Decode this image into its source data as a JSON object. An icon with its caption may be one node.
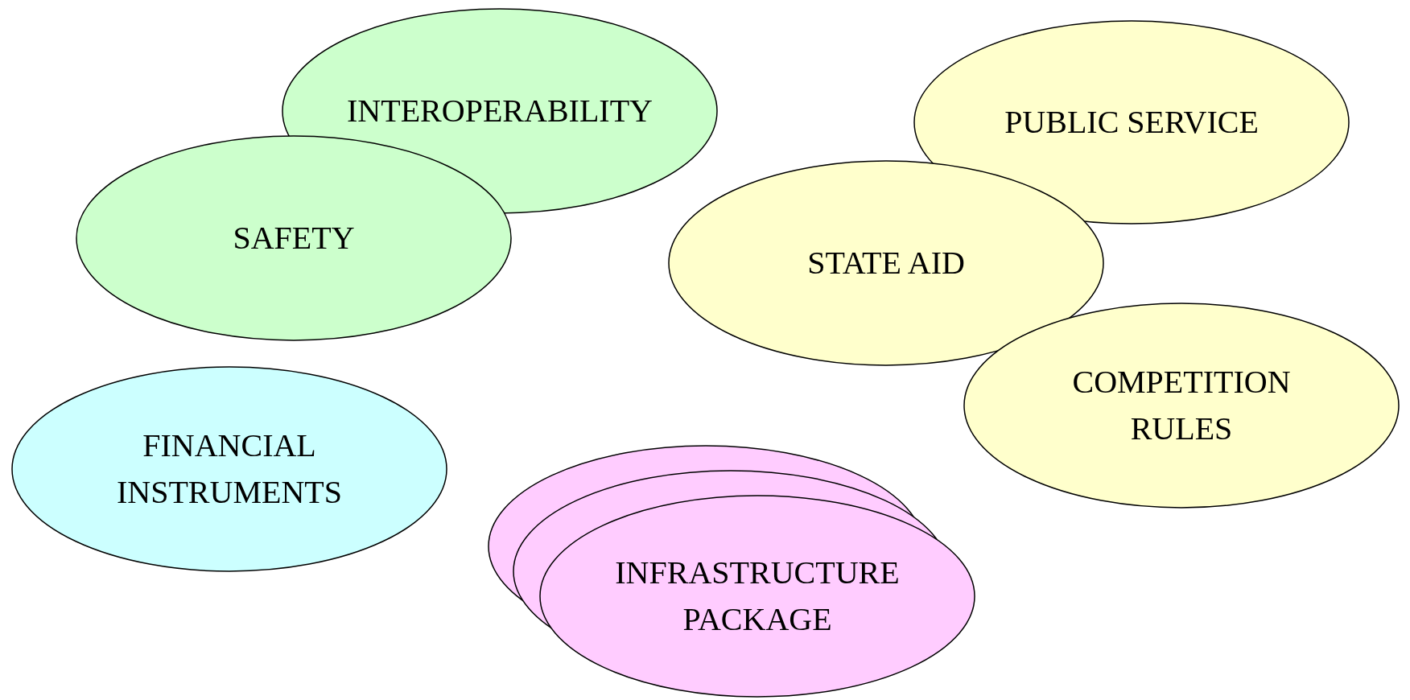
{
  "diagram": {
    "nodes": [
      {
        "text": [
          "INTEROPERABILITY"
        ]
      },
      {
        "text": [
          "PUBLIC SERVICE"
        ]
      },
      {
        "text": [
          "SAFETY"
        ]
      },
      {
        "text": [
          "STATE AID"
        ]
      },
      {
        "text": [
          "COMPETITION RULES"
        ]
      },
      {
        "text": [
          "FINANCIAL INSTRUMENTS"
        ]
      },
      {
        "text": [
          "INFRASTRUCTURE PACKAGE"
        ]
      }
    ]
  }
}
